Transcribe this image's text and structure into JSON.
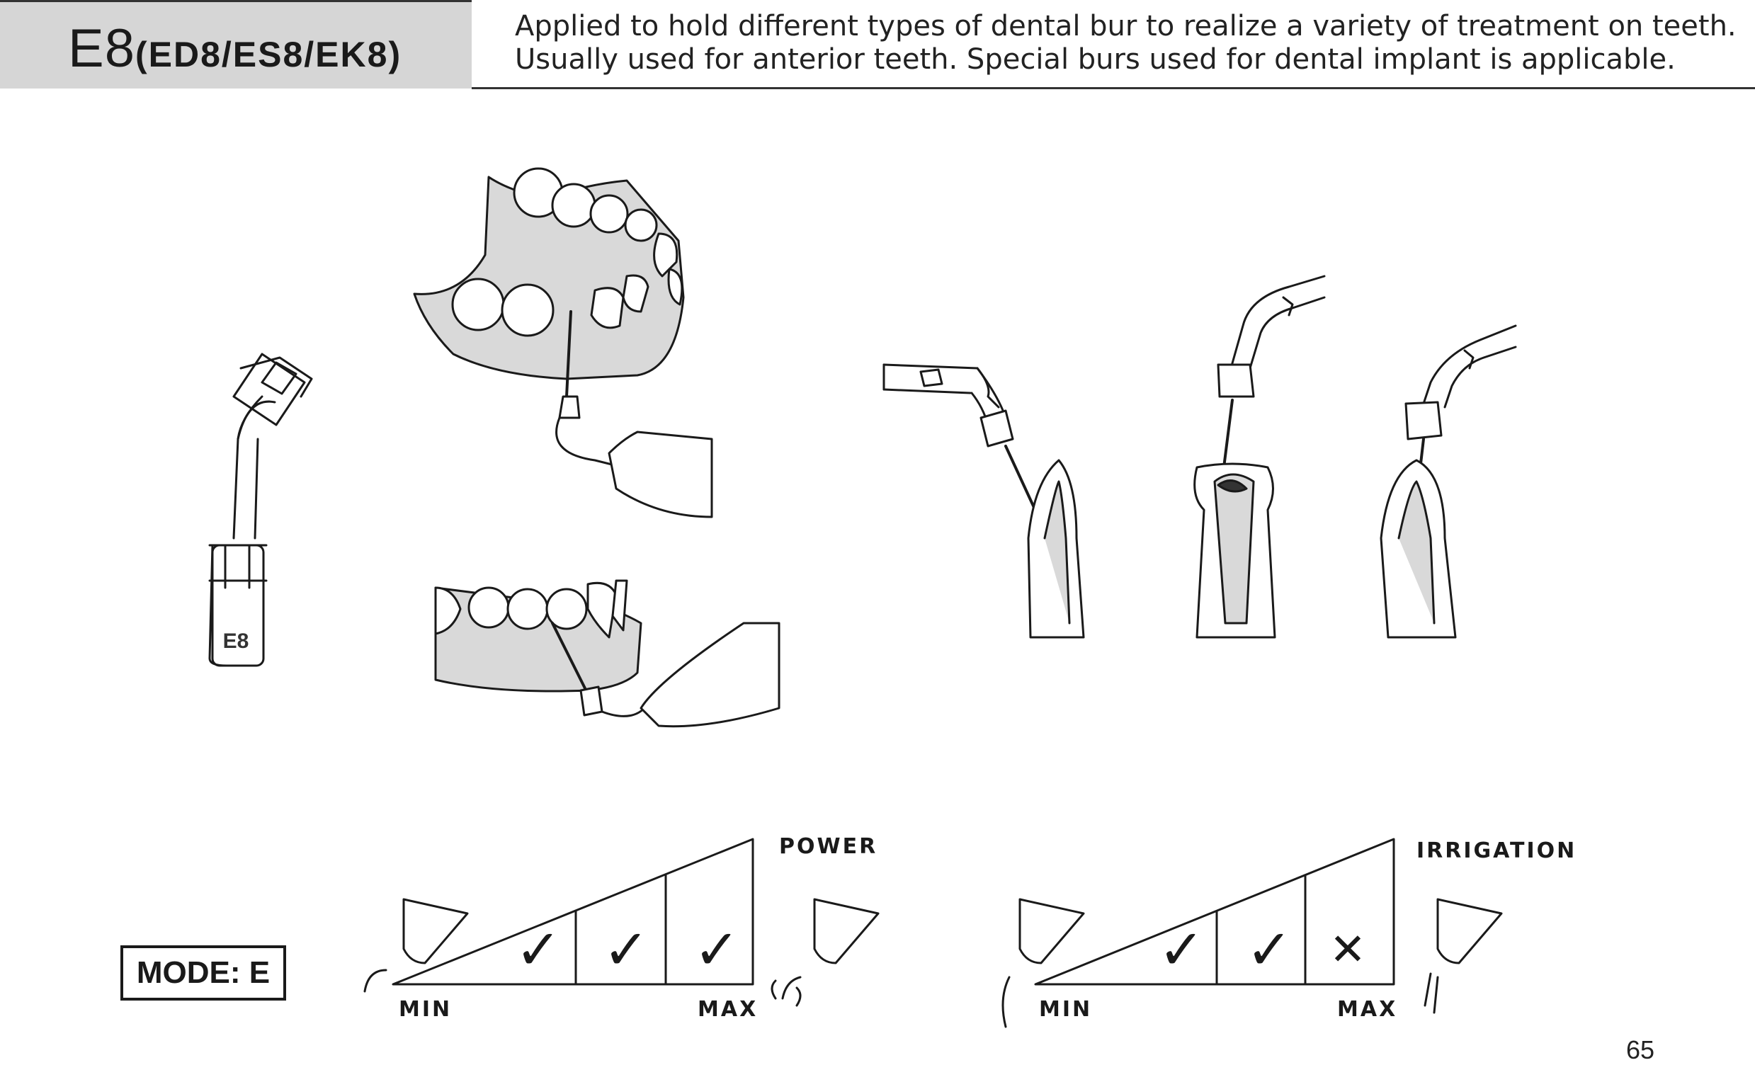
{
  "header": {
    "model": "E8",
    "variants": "(ED8/ES8/EK8)",
    "description_line1": "Applied to hold different types of dental bur to realize a variety of treatment on teeth.",
    "description_line2": "Usually used for anterior teeth. Special burs used for dental implant is applicable."
  },
  "tip_label": "E8",
  "mode": "MODE: E",
  "power_scale": {
    "label": "POWER",
    "min_label": "MIN",
    "max_label": "MAX",
    "levels": [
      "check",
      "check",
      "check"
    ]
  },
  "irrigation_scale": {
    "label": "IRRIGATION",
    "min_label": "MIN",
    "max_label": "MAX",
    "levels": [
      "check",
      "check",
      "cross"
    ]
  },
  "page_number": "65",
  "colors": {
    "gum": "#d9d9d9",
    "line": "#1a1a1a",
    "header_bg": "#d6d6d6"
  }
}
